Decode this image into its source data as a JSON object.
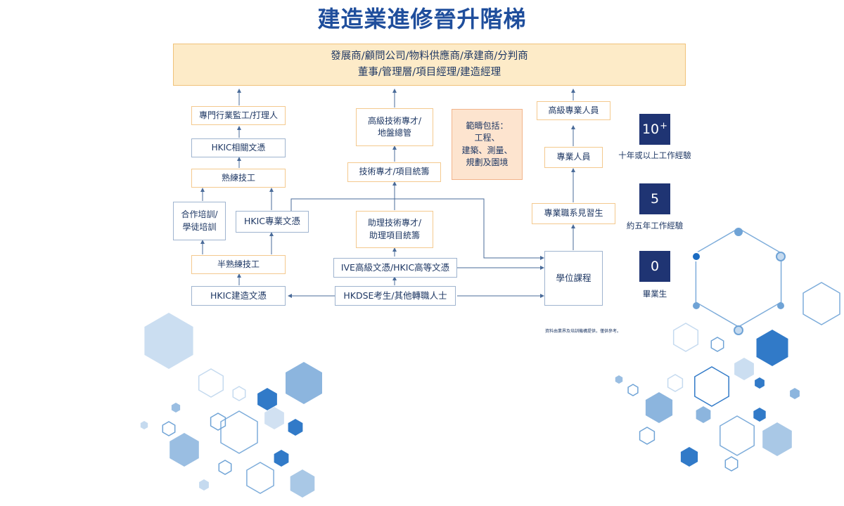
{
  "title": "建造業進修晉升階梯",
  "top_box": {
    "line1": "發展商/顧問公司/物料供應商/承建商/分判商",
    "line2": "董事/管理層/項目經理/建造經理"
  },
  "left_column": {
    "supervisor": "專門行業監工/打理人",
    "hkic_related": "HKIC相關文憑",
    "skilled": "熟練技工",
    "coop_training": "合作培訓/\n學徒培訓",
    "hkic_trade": "HKIC專業文憑",
    "semi_skilled": "半熟練技工",
    "hkic_construction": "HKIC建造文憑"
  },
  "middle_column": {
    "senior_tech": "高級技術專才/\n地盤總管",
    "tech": "技術專才/項目統籌",
    "assistant_tech": "助理技術專才/\n助理項目統籌",
    "ive": "IVE高級文憑/HKIC高等文憑",
    "hkdse": "HKDSE考生/其他轉職人士"
  },
  "scope_box": "範疇包括：\n工程、\n建築、測量、\n規劃及園境",
  "right_column": {
    "senior_prof": "高級專業人員",
    "prof": "專業人員",
    "graduate": "專業職系見習生",
    "degree": "學位課程"
  },
  "experience": [
    {
      "value": "10",
      "suffix": "+",
      "label": "十年或以上工作經驗"
    },
    {
      "value": "5",
      "suffix": "",
      "label": "約五年工作經驗"
    },
    {
      "value": "0",
      "suffix": "",
      "label": "畢業生"
    }
  ],
  "note": "資料由業界及培訓機構提供，僅供參考。",
  "colors": {
    "navy": "#1f3473",
    "title_blue": "#1f4e9c",
    "orange_border": "#f4c98e",
    "top_fill": "#fdebc8",
    "hex_light": "#c5daef",
    "hex_mid": "#6fa3d6",
    "hex_dark": "#1b6cc2"
  }
}
